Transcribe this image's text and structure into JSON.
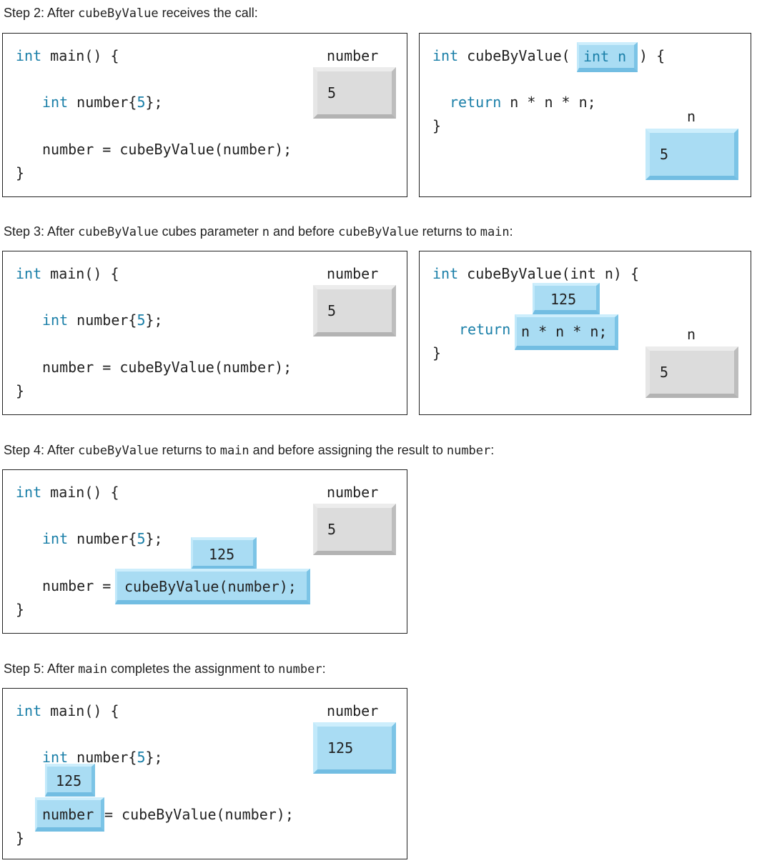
{
  "steps": [
    {
      "caption": {
        "pre": "Step 2: After ",
        "c1": "cubeByValue",
        "mid": " receives the call:"
      }
    },
    {
      "caption": {
        "pre": "Step 3: After ",
        "c1": "cubeByValue",
        "a": " cubes parameter ",
        "c2": "n",
        "b": " and before ",
        "c3": "cubeByValue",
        "c": " returns to ",
        "c4": "main",
        "d": ":"
      }
    },
    {
      "caption": {
        "pre": "Step 4: After ",
        "c1": "cubeByValue",
        "a": " returns to ",
        "c2": "main",
        "b": " and before assigning the result to ",
        "c3": "number",
        "c": ":"
      }
    },
    {
      "caption": {
        "pre": "Step 5: After ",
        "c1": "main",
        "a": " completes the assignment to ",
        "c2": "number",
        "b": ":"
      }
    }
  ],
  "code": {
    "kw_int": "int",
    "kw_return": "return",
    "main_sig": " main() {",
    "decl_rest_a": " number{",
    "decl_five": "5",
    "decl_rest_b": "};",
    "assign_line": "number = cubeByValue(number);",
    "assign_lhs": "number",
    "assign_eq": " = ",
    "assign_eq_short": "=",
    "assign_rhs": "cubeByValue(number);",
    "assign_rest": " = cubeByValue(number);",
    "close_brace": "}",
    "cube_sig_a": " cubeByValue(",
    "cube_param": "int n",
    "cube_sig_b": ") {",
    "cube_sig_full": " cubeByValue(int n) {",
    "cube_expr": " n * n * n;",
    "cube_expr_hl": "n * n * n;"
  },
  "labels": {
    "number": "number",
    "n": "n"
  },
  "values": {
    "five": "5",
    "result": "125"
  }
}
